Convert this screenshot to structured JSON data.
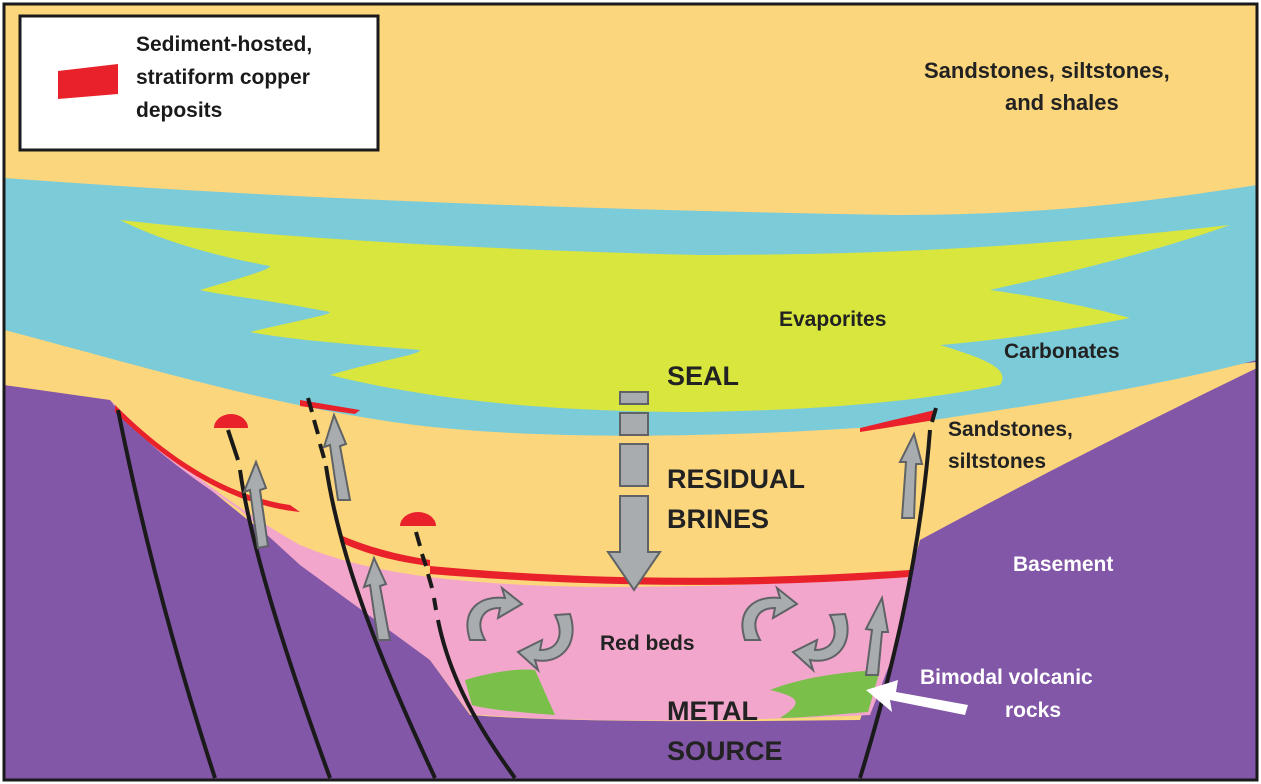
{
  "legend": {
    "line1": "Sediment-hosted,",
    "line2": "stratiform copper",
    "line3": "deposits",
    "swatch_color": "#e8212a"
  },
  "labels": {
    "top_strata_1": "Sandstones, siltstones,",
    "top_strata_2": "and shales",
    "evaporites": "Evaporites",
    "carbonates": "Carbonates",
    "seal": "SEAL",
    "mid_sand_1": "Sandstones,",
    "mid_sand_2": "siltstones",
    "residual_1": "RESIDUAL",
    "residual_2": "BRINES",
    "basement": "Basement",
    "red_beds": "Red beds",
    "bimodal_1": "Bimodal volcanic",
    "bimodal_2": "rocks",
    "metal_1": "METAL",
    "metal_2": "SOURCE"
  },
  "colors": {
    "sandstone": "#fcd67c",
    "carbonate": "#7ccbd8",
    "evaporite": "#d8e63e",
    "basement": "#8357a8",
    "red_beds": "#f3a6cb",
    "volcanic": "#7abf4a",
    "deposit": "#e8212a",
    "arrow_fill": "#a9acaf",
    "arrow_stroke": "#5f6366",
    "fault": "#1a1a1a"
  }
}
